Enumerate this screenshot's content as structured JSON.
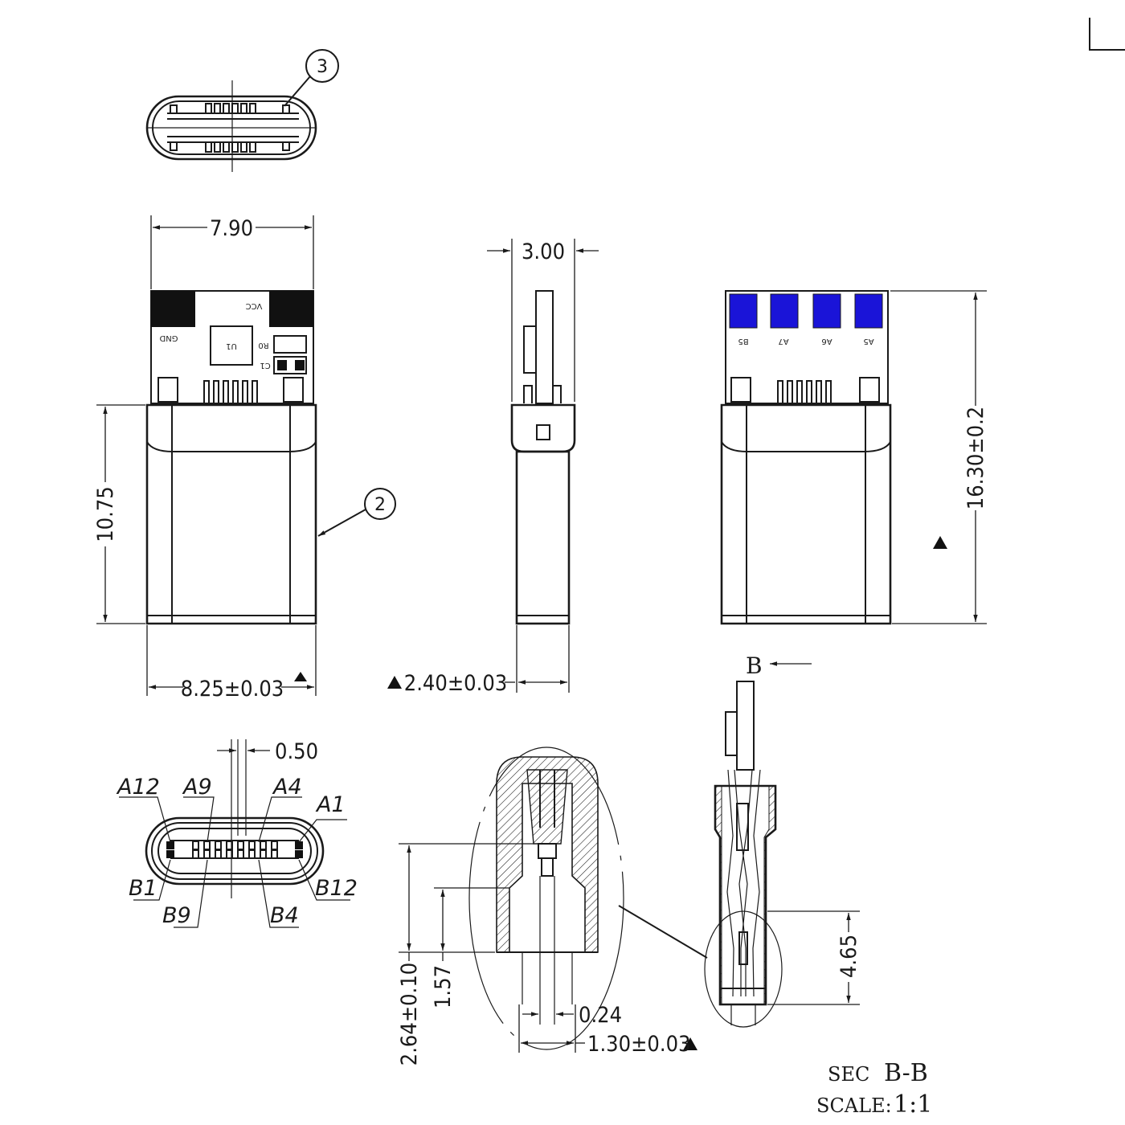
{
  "colors": {
    "line": "#1a1a1a",
    "pad_blue": "#1a14d8",
    "pad_black": "#111111",
    "background": "#ffffff"
  },
  "balloons": {
    "b3": "3",
    "b2": "2"
  },
  "dimensions": {
    "width_pcb": "7.90",
    "width_shell": "8.25±0.03",
    "height_shell": "10.75",
    "thickness_pcb": "3.00",
    "thickness_shell": "2.40±0.03",
    "total_length": "16.30±0.2",
    "pin_pitch": "0.50",
    "depth_a": "2.64±0.10",
    "depth_b": "1.57",
    "contact_width": "0.24",
    "inner_width": "1.30±0.03",
    "section_length": "4.65"
  },
  "pcb_front": {
    "label_vcc": "VCC",
    "label_gnd": "GND",
    "label_u1": "U1",
    "label_r0": "R0",
    "label_c1": "C1"
  },
  "pcb_back": {
    "pads": [
      "B5",
      "A7",
      "A6",
      "A5"
    ]
  },
  "pins": {
    "a12": "A12",
    "a9": "A9",
    "a4": "A4",
    "a1": "A1",
    "b1": "B1",
    "b9": "B9",
    "b4": "B4",
    "b12": "B12"
  },
  "section": {
    "arrow_label": "B",
    "sec_label": "SEC",
    "sec_value": "B-B",
    "scale_label": "SCALE:",
    "scale_value": "1:1"
  }
}
